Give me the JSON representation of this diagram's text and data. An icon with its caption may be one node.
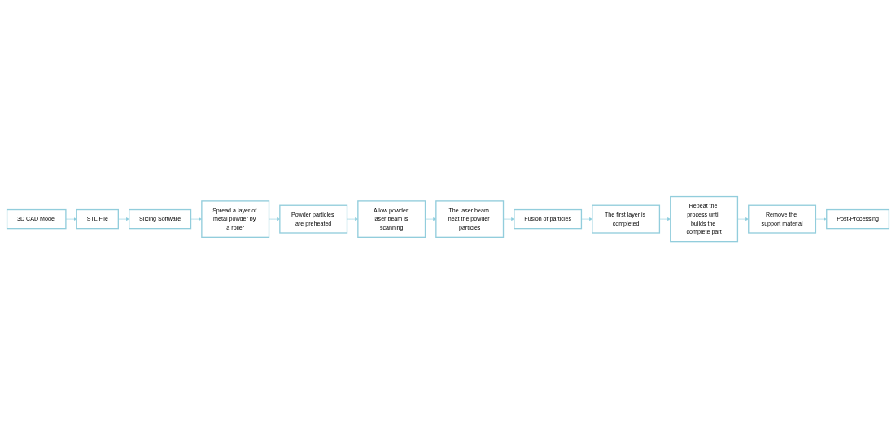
{
  "diagram": {
    "nodes": [
      {
        "text": [
          "3D CAD Model"
        ]
      },
      {
        "text": [
          "STL File"
        ]
      },
      {
        "text": [
          "Slicing Software"
        ]
      },
      {
        "text": [
          "Spread a layer of metal powder by a roller"
        ]
      },
      {
        "text": [
          "Powder particles are preheated"
        ]
      },
      {
        "text": [
          "A low powder laser beam is scanning"
        ]
      },
      {
        "text": [
          "The laser beam heat the powder particles"
        ]
      },
      {
        "text": [
          "Fusion of particles"
        ]
      },
      {
        "text": [
          "The first layer is completed"
        ]
      },
      {
        "text": [
          "Repeat the process until builds the complete part"
        ]
      },
      {
        "text": [
          "Remove the support material"
        ]
      },
      {
        "text": [
          "Post-Processing"
        ]
      }
    ],
    "edges": [
      {
        "from": 0,
        "to": 1,
        "arrow": "to"
      },
      {
        "from": 1,
        "to": 2,
        "arrow": "to"
      },
      {
        "from": 2,
        "to": 3,
        "arrow": "to"
      },
      {
        "from": 3,
        "to": 4,
        "arrow": "to"
      },
      {
        "from": 4,
        "to": 5,
        "arrow": "to"
      },
      {
        "from": 5,
        "to": 6,
        "arrow": "to"
      },
      {
        "from": 6,
        "to": 7,
        "arrow": "to"
      },
      {
        "from": 7,
        "to": 8,
        "arrow": "to"
      },
      {
        "from": 8,
        "to": 9,
        "arrow": "to"
      },
      {
        "from": 9,
        "to": 10,
        "arrow": "to"
      },
      {
        "from": 10,
        "to": 11,
        "arrow": "to"
      }
    ]
  }
}
